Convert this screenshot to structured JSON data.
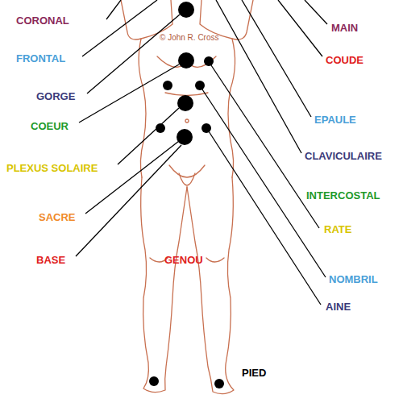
{
  "diagram": {
    "labels": [
      "CORONAL",
      "FRONTAL",
      "GORGE",
      "COEUR",
      "PLEXUS SOLAIRE",
      "SACRE",
      "BASE",
      "GENOU",
      "MAIN",
      "COUDE",
      "EPAULE",
      "CLAVICULAIRE",
      "INTERCOSTAL",
      "RATE",
      "NOMBRIL",
      "AINE",
      "PIED",
      "© John R. Cross"
    ]
  }
}
